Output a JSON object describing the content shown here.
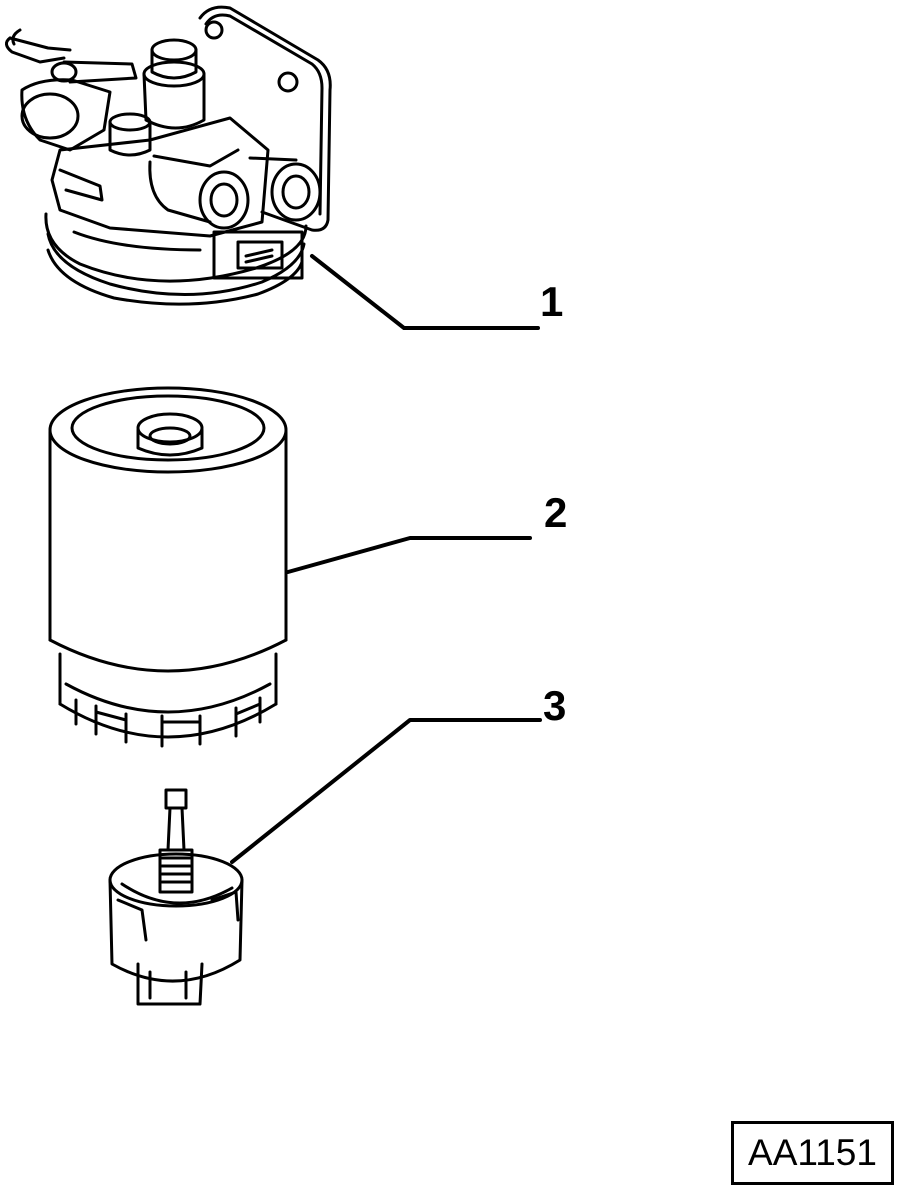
{
  "callouts": [
    {
      "number": "1",
      "part": "filter-head"
    },
    {
      "number": "2",
      "part": "filter-cartridge"
    },
    {
      "number": "3",
      "part": "water-sensor"
    }
  ],
  "reference_code": "AA1151",
  "colors": {
    "line": "#000000",
    "background": "#ffffff"
  }
}
